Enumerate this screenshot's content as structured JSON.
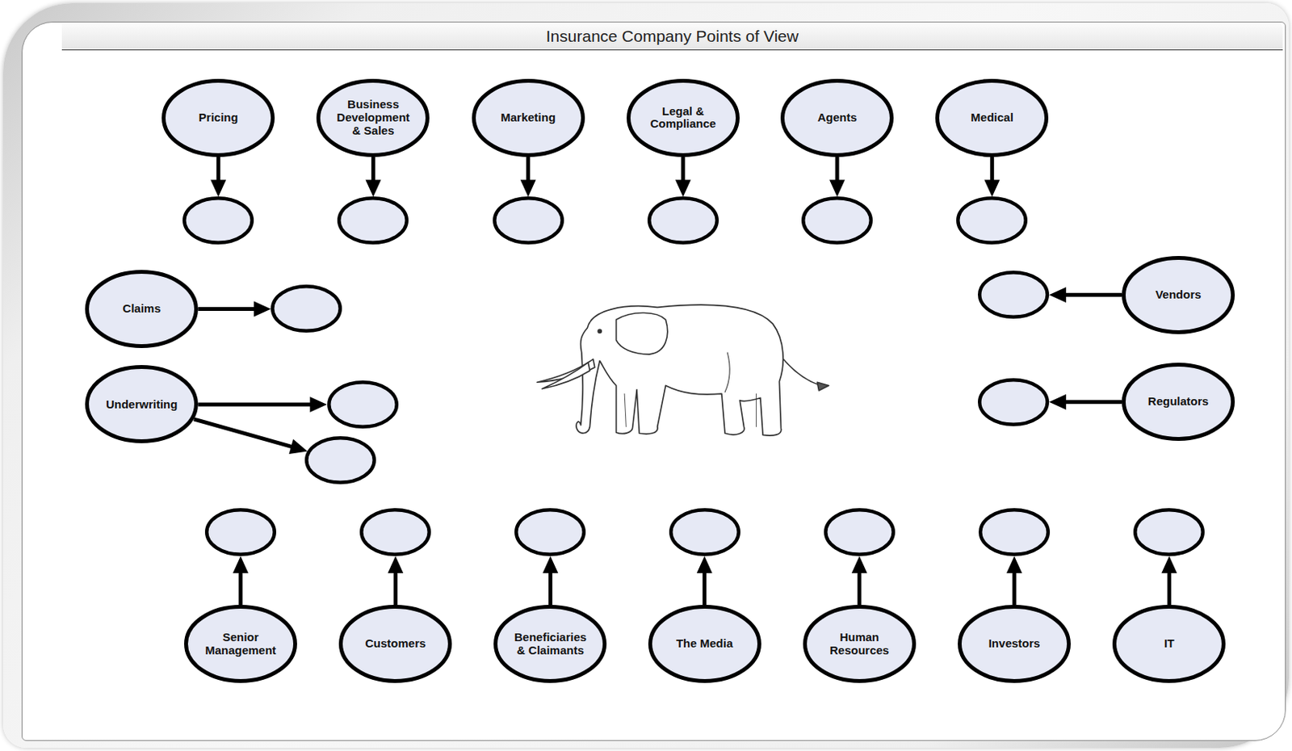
{
  "diagram": {
    "title": "Insurance Company Points of View",
    "nodes": [
      {
        "text": [
          "Pricing"
        ]
      },
      {
        "text": [
          "Business Development & Sales"
        ]
      },
      {
        "text": [
          "Marketing"
        ]
      },
      {
        "text": [
          "Legal & Compliance"
        ]
      },
      {
        "text": [
          "Agents"
        ]
      },
      {
        "text": [
          "Medical"
        ]
      },
      {
        "text": []
      },
      {
        "text": []
      },
      {
        "text": []
      },
      {
        "text": []
      },
      {
        "text": []
      },
      {
        "text": []
      },
      {
        "text": [
          "Claims"
        ]
      },
      {
        "text": []
      },
      {
        "text": []
      },
      {
        "text": [
          "Vendors"
        ]
      },
      {
        "text": [
          "Underwriting"
        ]
      },
      {
        "text": []
      },
      {
        "text": []
      },
      {
        "text": [
          "Regulators"
        ]
      },
      {
        "text": []
      },
      {
        "text": []
      },
      {
        "text": []
      },
      {
        "text": []
      },
      {
        "text": []
      },
      {
        "text": []
      },
      {
        "text": []
      },
      {
        "text": []
      },
      {
        "text": [
          "Senior Management"
        ]
      },
      {
        "text": [
          "Customers"
        ]
      },
      {
        "text": [
          "Beneficiaries & Claimants"
        ]
      },
      {
        "text": [
          "The Media"
        ]
      },
      {
        "text": [
          "Human Resources"
        ]
      },
      {
        "text": [
          "Investors"
        ]
      },
      {
        "text": [
          "IT"
        ]
      }
    ],
    "edges": [
      {
        "from": 0,
        "to": 6,
        "arrow": "to"
      },
      {
        "from": 1,
        "to": 7,
        "arrow": "to"
      },
      {
        "from": 2,
        "to": 8,
        "arrow": "to"
      },
      {
        "from": 3,
        "to": 9,
        "arrow": "to"
      },
      {
        "from": 4,
        "to": 10,
        "arrow": "to"
      },
      {
        "from": 5,
        "to": 11,
        "arrow": "to"
      },
      {
        "from": 12,
        "to": 13,
        "arrow": "to"
      },
      {
        "from": 15,
        "to": 14,
        "arrow": "to"
      },
      {
        "from": 16,
        "to": 17,
        "arrow": "to"
      },
      {
        "from": 16,
        "to": 20,
        "arrow": "to"
      },
      {
        "from": 19,
        "to": 18,
        "arrow": "to"
      },
      {
        "from": 28,
        "to": 21,
        "arrow": "to"
      },
      {
        "from": 29,
        "to": 22,
        "arrow": "to"
      },
      {
        "from": 30,
        "to": 23,
        "arrow": "to"
      },
      {
        "from": 31,
        "to": 24,
        "arrow": "to"
      },
      {
        "from": 32,
        "to": 25,
        "arrow": "to"
      },
      {
        "from": 33,
        "to": 26,
        "arrow": "to"
      },
      {
        "from": 34,
        "to": 27,
        "arrow": "to"
      }
    ]
  }
}
